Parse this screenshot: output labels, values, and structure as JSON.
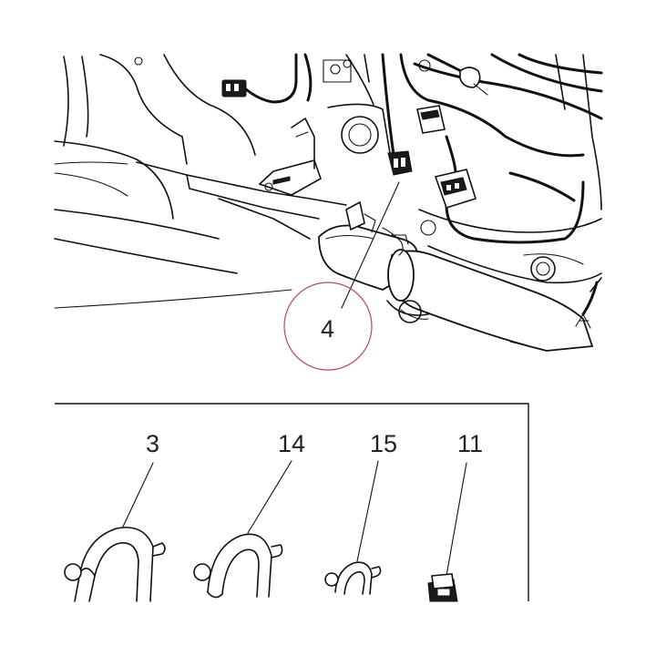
{
  "callouts": {
    "top_part": "4",
    "part_a": "3",
    "part_b": "14",
    "part_c": "15",
    "part_d": "11"
  },
  "highlight_color": "#b5475e",
  "line_color": "#111111"
}
